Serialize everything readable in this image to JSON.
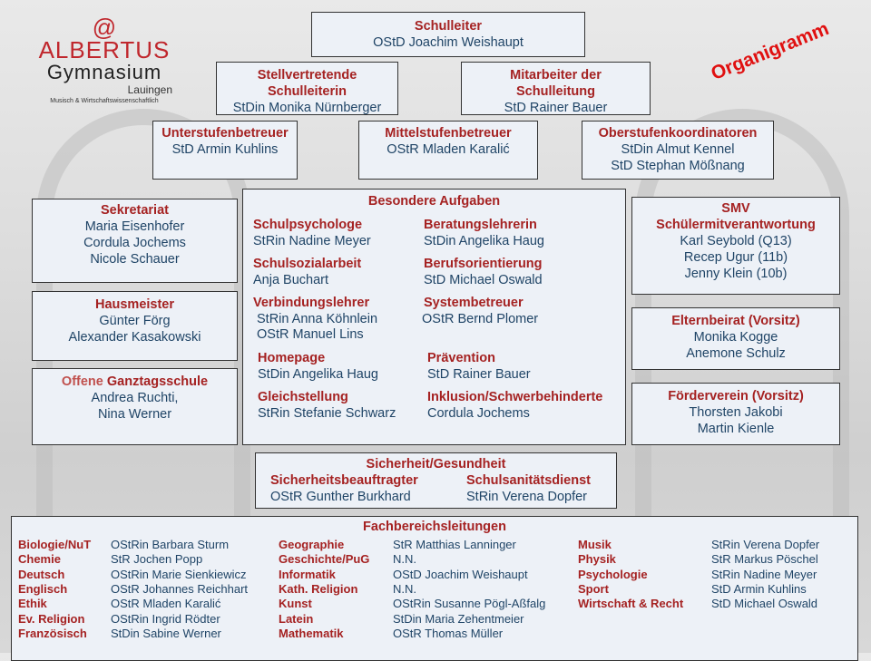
{
  "logo": {
    "line1": "ALBERTUS",
    "line2": "Gymnasium",
    "line3": "Lauingen",
    "line4": "Musisch & Wirtschaftswissenschaftlich"
  },
  "heading": "Organigramm",
  "schulleiter": {
    "title": "Schulleiter",
    "names": [
      "OStD Joachim Weishaupt"
    ]
  },
  "stellv": {
    "title1": "Stellvertretende",
    "title2": "Schulleiterin",
    "names": [
      "StDin Monika Nürnberger"
    ]
  },
  "mitarbeiter": {
    "title1": "Mitarbeiter der",
    "title2": "Schulleitung",
    "names": [
      "StD Rainer Bauer"
    ]
  },
  "unterstufe": {
    "title": "Unterstufenbetreuer",
    "names": [
      "StD Armin Kuhlins"
    ]
  },
  "mittelstufe": {
    "title": "Mittelstufenbetreuer",
    "names": [
      "OStR Mladen Karalić"
    ]
  },
  "oberstufe": {
    "title": "Oberstufenkoordinatoren",
    "names": [
      "StDin Almut Kennel",
      "StD Stephan Mößnang"
    ]
  },
  "sekretariat": {
    "title": "Sekretariat",
    "names": [
      "Maria Eisenhofer",
      "Cordula Jochems",
      "Nicole Schauer"
    ]
  },
  "hausmeister": {
    "title": "Hausmeister",
    "names": [
      "Günter Förg",
      "Alexander Kasakowski"
    ]
  },
  "ogts": {
    "title1": "Offene",
    "title2": "Ganztagsschule",
    "names": [
      "Andrea Ruchti,",
      "Nina Werner"
    ]
  },
  "besondere": {
    "title": "Besondere Aufgaben",
    "items": [
      {
        "title": "Schulpsychologe",
        "names": [
          "StRin Nadine Meyer"
        ]
      },
      {
        "title": "Beratungslehrerin",
        "names": [
          "StDin Angelika Haug"
        ]
      },
      {
        "title": "Schulsozialarbeit",
        "names": [
          "Anja Buchart"
        ]
      },
      {
        "title": "Berufsorientierung",
        "names": [
          "StD Michael Oswald"
        ]
      },
      {
        "title": "Verbindungslehrer",
        "names": [
          "StRin Anna Köhnlein",
          "OStR Manuel Lins"
        ]
      },
      {
        "title": "Systembetreuer",
        "names": [
          "OStR Bernd Plomer"
        ]
      },
      {
        "title": "Homepage",
        "names": [
          "StDin Angelika Haug"
        ]
      },
      {
        "title": "Prävention",
        "names": [
          "StD Rainer Bauer"
        ]
      },
      {
        "title": "Gleichstellung",
        "names": [
          "StRin Stefanie Schwarz"
        ]
      },
      {
        "title": "Inklusion/Schwerbehinderte",
        "names": [
          "Cordula Jochems"
        ]
      }
    ]
  },
  "smv": {
    "title1": "SMV",
    "title2": "Schülermitverantwortung",
    "names": [
      "Karl Seybold (Q13)",
      "Recep Ugur (11b)",
      "Jenny Klein (10b)"
    ]
  },
  "eltern": {
    "title": "Elternbeirat (Vorsitz)",
    "names": [
      "Monika Kogge",
      "Anemone Schulz"
    ]
  },
  "foerder": {
    "title": "Förderverein (Vorsitz)",
    "names": [
      "Thorsten Jakobi",
      "Martin Kienle"
    ]
  },
  "sicherheit": {
    "title": "Sicherheit/Gesundheit",
    "left_title": "Sicherheitsbeauftragter",
    "left_name": "OStR Gunther Burkhard",
    "right_title": "Schulsanitätsdienst",
    "right_name": "StRin Verena Dopfer"
  },
  "fach": {
    "title": "Fachbereichsleitungen",
    "columns": [
      [
        [
          "Biologie/NuT",
          "OStRin Barbara Sturm"
        ],
        [
          "Chemie",
          "StR Jochen Popp"
        ],
        [
          "Deutsch",
          "OStRin Marie Sienkiewicz"
        ],
        [
          "Englisch",
          "OStR Johannes Reichhart"
        ],
        [
          "Ethik",
          "OStR Mladen Karalić"
        ],
        [
          "Ev. Religion",
          "OStRin Ingrid Rödter"
        ],
        [
          "Französisch",
          "StDin Sabine Werner"
        ]
      ],
      [
        [
          "Geographie",
          "StR Matthias Lanninger"
        ],
        [
          "Geschichte/PuG",
          "N.N."
        ],
        [
          "Informatik",
          "OStD Joachim Weishaupt"
        ],
        [
          "Kath. Religion",
          "N.N."
        ],
        [
          "Kunst",
          "OStRin Susanne Pögl-Aßfalg"
        ],
        [
          "Latein",
          "StDin Maria Zehentmeier"
        ],
        [
          "Mathematik",
          "OStR Thomas Müller"
        ]
      ],
      [
        [
          "Musik",
          "StRin Verena Dopfer"
        ],
        [
          "Physik",
          "StR Markus Pöschel"
        ],
        [
          "Psychologie",
          "StRin Nadine Meyer"
        ],
        [
          "Sport",
          "StD Armin Kuhlins"
        ],
        [
          "Wirtschaft & Recht",
          "StD Michael Oswald"
        ]
      ]
    ]
  }
}
